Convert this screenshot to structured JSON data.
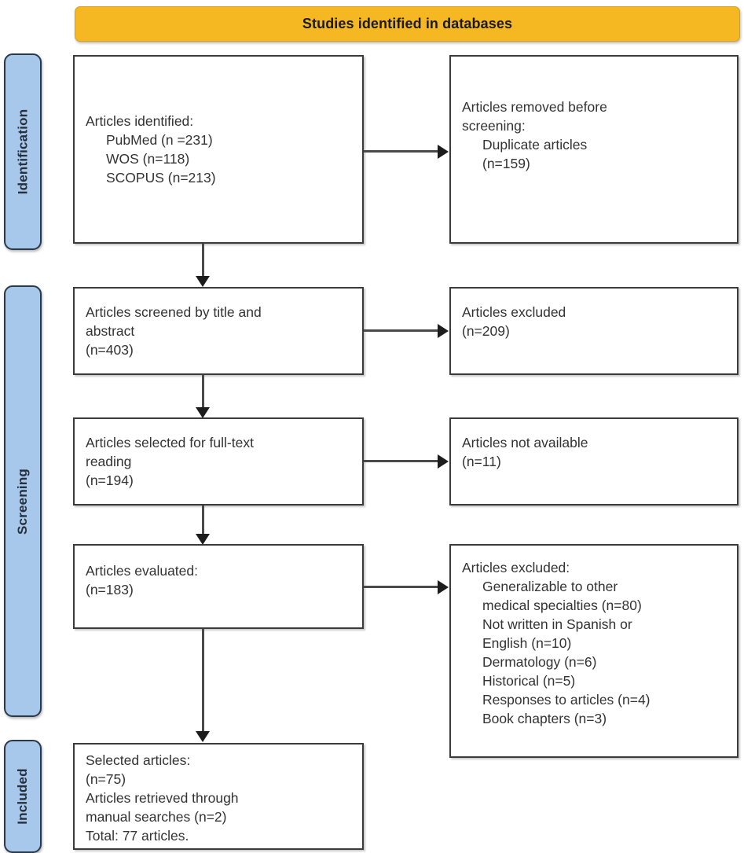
{
  "header": {
    "title": "Studies identified in databases",
    "color": "#F5B722"
  },
  "phases": {
    "identification": "Identification",
    "screening": "Screening",
    "included": "Included",
    "color": "#A7C8EA"
  },
  "boxes": {
    "identified": {
      "lines": [
        "Articles identified:",
        "PubMed (n =231)",
        "WOS (n=118)",
        "SCOPUS (n=213)"
      ]
    },
    "removed": {
      "lines": [
        "Articles removed before",
        "screening:",
        "Duplicate articles",
        "(n=159)"
      ]
    },
    "screened": {
      "lines": [
        "Articles screened by title and",
        "abstract",
        "(n=403)"
      ]
    },
    "excluded_screening": {
      "lines": [
        "Articles excluded",
        "(n=209)"
      ]
    },
    "fulltext": {
      "lines": [
        "Articles selected for full-text",
        "reading",
        "(n=194)"
      ]
    },
    "not_available": {
      "lines": [
        "Articles not available",
        "(n=11)"
      ]
    },
    "evaluated": {
      "lines": [
        "Articles evaluated:",
        "(n=183)"
      ]
    },
    "excluded_evaluation": {
      "lines": [
        "Articles excluded:",
        "Generalizable to other",
        "medical specialties (n=80)",
        "Not written in Spanish or",
        "English (n=10)",
        "Dermatology (n=6)",
        "Historical (n=5)",
        "Responses to articles (n=4)",
        "Book chapters (n=3)"
      ]
    },
    "selected": {
      "lines": [
        "Selected articles:",
        "(n=75)",
        "Articles retrieved through",
        "manual searches (n=2)",
        "Total: 77 articles."
      ]
    }
  },
  "chart_data": {
    "type": "diagram",
    "title": "Studies identified in databases",
    "diagram_kind": "PRISMA flow diagram",
    "phases": [
      "Identification",
      "Screening",
      "Included"
    ],
    "nodes": [
      {
        "id": "identified",
        "phase": "Identification",
        "label": "Articles identified",
        "counts": {
          "PubMed": 231,
          "WOS": 118,
          "SCOPUS": 213
        }
      },
      {
        "id": "removed",
        "phase": "Identification",
        "label": "Articles removed before screening: Duplicate articles",
        "count": 159
      },
      {
        "id": "screened",
        "phase": "Screening",
        "label": "Articles screened by title and abstract",
        "count": 403
      },
      {
        "id": "excluded_screening",
        "phase": "Screening",
        "label": "Articles excluded",
        "count": 209
      },
      {
        "id": "fulltext",
        "phase": "Screening",
        "label": "Articles selected for full-text reading",
        "count": 194
      },
      {
        "id": "not_available",
        "phase": "Screening",
        "label": "Articles not available",
        "count": 11
      },
      {
        "id": "evaluated",
        "phase": "Screening",
        "label": "Articles evaluated",
        "count": 183
      },
      {
        "id": "excluded_evaluation",
        "phase": "Screening",
        "label": "Articles excluded",
        "reasons": [
          {
            "reason": "Generalizable to other medical specialties",
            "count": 80
          },
          {
            "reason": "Not written in Spanish or English",
            "count": 10
          },
          {
            "reason": "Dermatology",
            "count": 6
          },
          {
            "reason": "Historical",
            "count": 5
          },
          {
            "reason": "Responses to articles",
            "count": 4
          },
          {
            "reason": "Book chapters",
            "count": 3
          }
        ]
      },
      {
        "id": "selected",
        "phase": "Included",
        "label": "Selected articles",
        "count": 75,
        "manual_searches": 2,
        "total": 77
      }
    ],
    "edges": [
      {
        "from": "identified",
        "to": "removed",
        "direction": "right"
      },
      {
        "from": "identified",
        "to": "screened",
        "direction": "down"
      },
      {
        "from": "screened",
        "to": "excluded_screening",
        "direction": "right"
      },
      {
        "from": "screened",
        "to": "fulltext",
        "direction": "down"
      },
      {
        "from": "fulltext",
        "to": "not_available",
        "direction": "right"
      },
      {
        "from": "fulltext",
        "to": "evaluated",
        "direction": "down"
      },
      {
        "from": "evaluated",
        "to": "excluded_evaluation",
        "direction": "right"
      },
      {
        "from": "evaluated",
        "to": "selected",
        "direction": "down"
      }
    ]
  }
}
